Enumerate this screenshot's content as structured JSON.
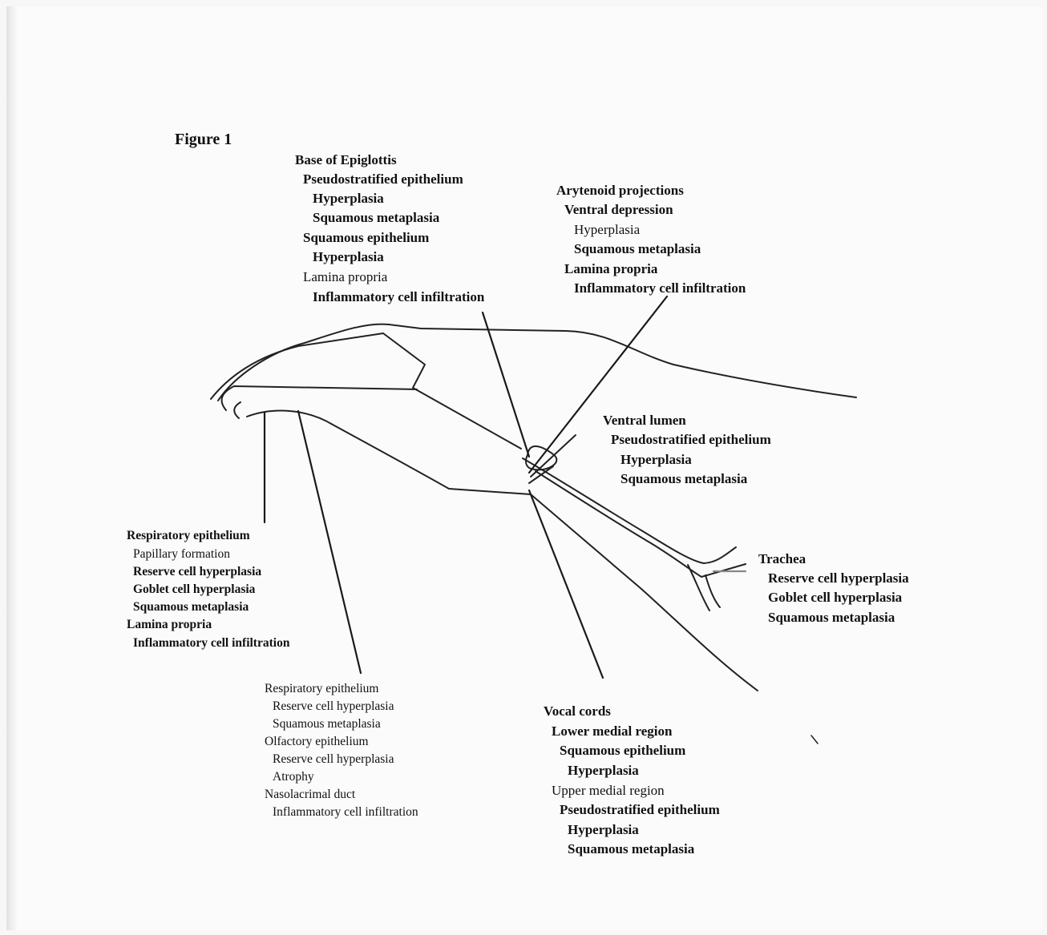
{
  "figure_title": "Figure 1",
  "blocks": {
    "epiglottis": [
      "Base of Epiglottis",
      "Pseudostratified epithelium",
      "Hyperplasia",
      "Squamous metaplasia",
      "Squamous epithelium",
      "Hyperplasia",
      "Lamina propria",
      "Inflammatory cell infiltration"
    ],
    "arytenoid": [
      "Arytenoid projections",
      "Ventral depression",
      "Hyperplasia",
      "Squamous metaplasia",
      "Lamina propria",
      "Inflammatory cell infiltration"
    ],
    "ventral_lumen": [
      "Ventral lumen",
      "Pseudostratified epithelium",
      "Hyperplasia",
      "Squamous metaplasia"
    ],
    "trachea": [
      "Trachea",
      "Reserve cell hyperplasia",
      "Goblet cell hyperplasia",
      "Squamous metaplasia"
    ],
    "respiratory_left": [
      "Respiratory epithelium",
      "Papillary formation",
      "Reserve cell hyperplasia",
      "Goblet cell hyperplasia",
      "Squamous metaplasia",
      "Lamina propria",
      "Inflammatory cell  infiltration"
    ],
    "nasal": [
      "Respiratory epithelium",
      "Reserve cell hyperplasia",
      "Squamous metaplasia",
      "Olfactory epithelium",
      "Reserve cell hyperplasia",
      "Atrophy",
      "Nasolacrimal duct",
      "Inflammatory cell infiltration"
    ],
    "vocal_cords": [
      "Vocal cords",
      "Lower medial region",
      "Squamous epithelium",
      "Hyperplasia",
      "Upper medial region",
      "Pseudostratified epithelium",
      "Hyperplasia",
      "Squamous metaplasia"
    ]
  }
}
